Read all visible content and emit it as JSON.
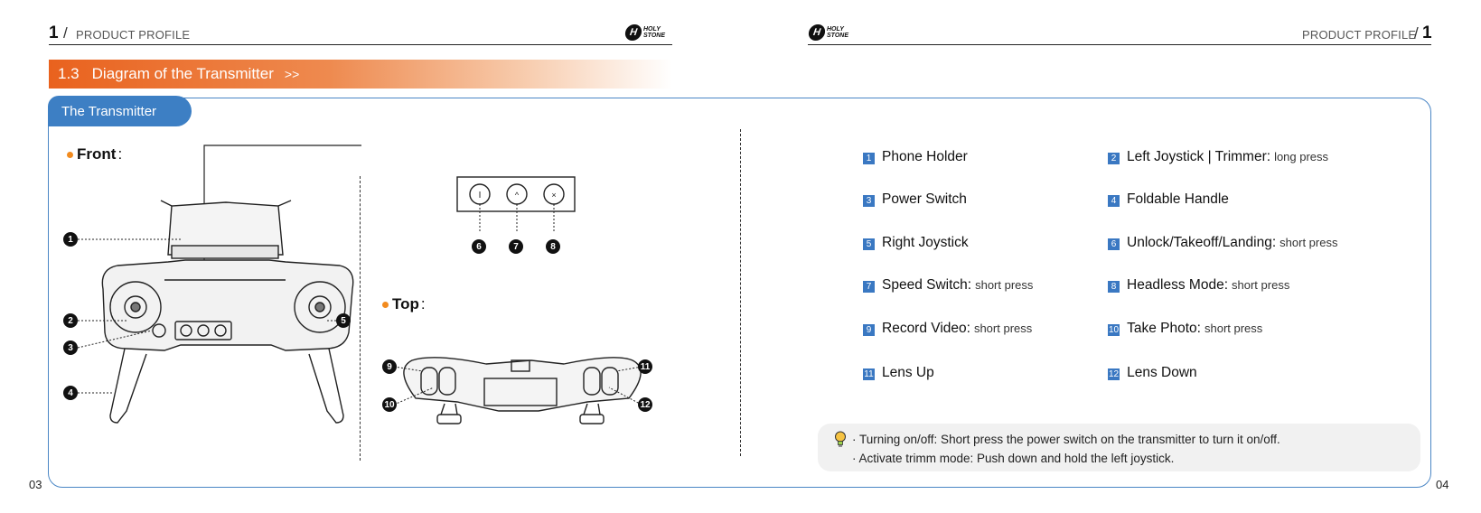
{
  "left_page": {
    "header_num": "1",
    "header_slash": "/",
    "header_label": "PRODUCT PROFILE",
    "page_number": "03"
  },
  "right_page": {
    "header_num": "1",
    "header_slash": "/",
    "header_label": "PRODUCT PROFILE",
    "page_number": "04"
  },
  "logo": {
    "mark": "H",
    "line1": "HOLY",
    "line2": "STONE"
  },
  "section": {
    "number": "1.3",
    "title": "Diagram of the Transmitter",
    "arrows": ">>",
    "color": "#e9621e"
  },
  "tab_label": "The Transmitter",
  "front_label": "Front",
  "top_label": "Top",
  "colon": ":",
  "callouts": [
    "1",
    "2",
    "3",
    "4",
    "5",
    "6",
    "7",
    "8",
    "9",
    "10",
    "11",
    "12"
  ],
  "legend": [
    {
      "n": "1",
      "name": "Phone Holder",
      "note": ""
    },
    {
      "n": "2",
      "name": "Left Joystick | Trimmer:",
      "note": "long press"
    },
    {
      "n": "3",
      "name": "Power Switch",
      "note": ""
    },
    {
      "n": "4",
      "name": "Foldable Handle",
      "note": ""
    },
    {
      "n": "5",
      "name": "Right Joystick",
      "note": ""
    },
    {
      "n": "6",
      "name": "Unlock/Takeoff/Landing:",
      "note": "short press"
    },
    {
      "n": "7",
      "name": "Speed Switch:",
      "note": "short press"
    },
    {
      "n": "8",
      "name": "Headless Mode:",
      "note": "short press"
    },
    {
      "n": "9",
      "name": "Record Video:",
      "note": "short press"
    },
    {
      "n": "10",
      "name": "Take Photo:",
      "note": "short press"
    },
    {
      "n": "11",
      "name": "Lens Up",
      "note": ""
    },
    {
      "n": "12",
      "name": "Lens Down",
      "note": ""
    }
  ],
  "tips": [
    "· Turning on/off: Short press the power switch on the transmitter to turn it on/off.",
    "· Activate trimm mode: Push down and hold the left joystick."
  ],
  "colors": {
    "accent_blue": "#3d7fc4",
    "bullet_orange": "#f28b1f",
    "tip_bg": "#f1f1f1"
  },
  "icons": [
    "lightbulb-icon"
  ]
}
